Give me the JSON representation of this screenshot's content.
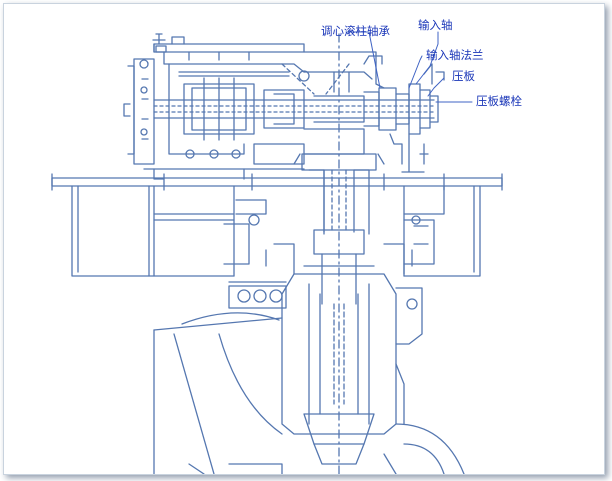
{
  "colors": {
    "line": "#5577b0",
    "label": "#1a36b8",
    "leader": "#3f63c4",
    "paper": "#ffffff",
    "frame_shadow": "#3c506e"
  },
  "labels": {
    "self_aligning_roller_bearing": "调心滚柱轴承",
    "input_shaft": "输入轴",
    "input_shaft_flange": "输入轴法兰",
    "pressure_plate": "压板",
    "pressure_plate_bolt": "压板螺栓"
  }
}
